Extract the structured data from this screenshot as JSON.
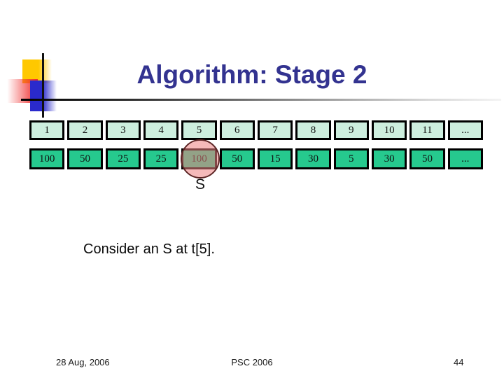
{
  "title": "Algorithm: Stage 2",
  "table": {
    "indices": [
      "1",
      "2",
      "3",
      "4",
      "5",
      "6",
      "7",
      "8",
      "9",
      "10",
      "11",
      "..."
    ],
    "values": [
      "100",
      "50",
      "25",
      "25",
      "100",
      "50",
      "15",
      "30",
      "5",
      "30",
      "50",
      "..."
    ]
  },
  "annotation": {
    "label": "S"
  },
  "caption": "Consider an S at t[5].",
  "footer": {
    "date": "28 Aug, 2006",
    "conference": "PSC 2006",
    "page_number": "44"
  },
  "colors": {
    "title_color": "#333390",
    "index_cell_fill": "#CDEEDE",
    "value_cell_fill": "#26C98E",
    "cell_border": "#000000",
    "highlight_fill": "#EC8282",
    "highlight_border": "#5C2424",
    "deco_yellow": "#FFC800",
    "deco_red": "#F03030",
    "deco_blue": "#2A2ACC"
  }
}
